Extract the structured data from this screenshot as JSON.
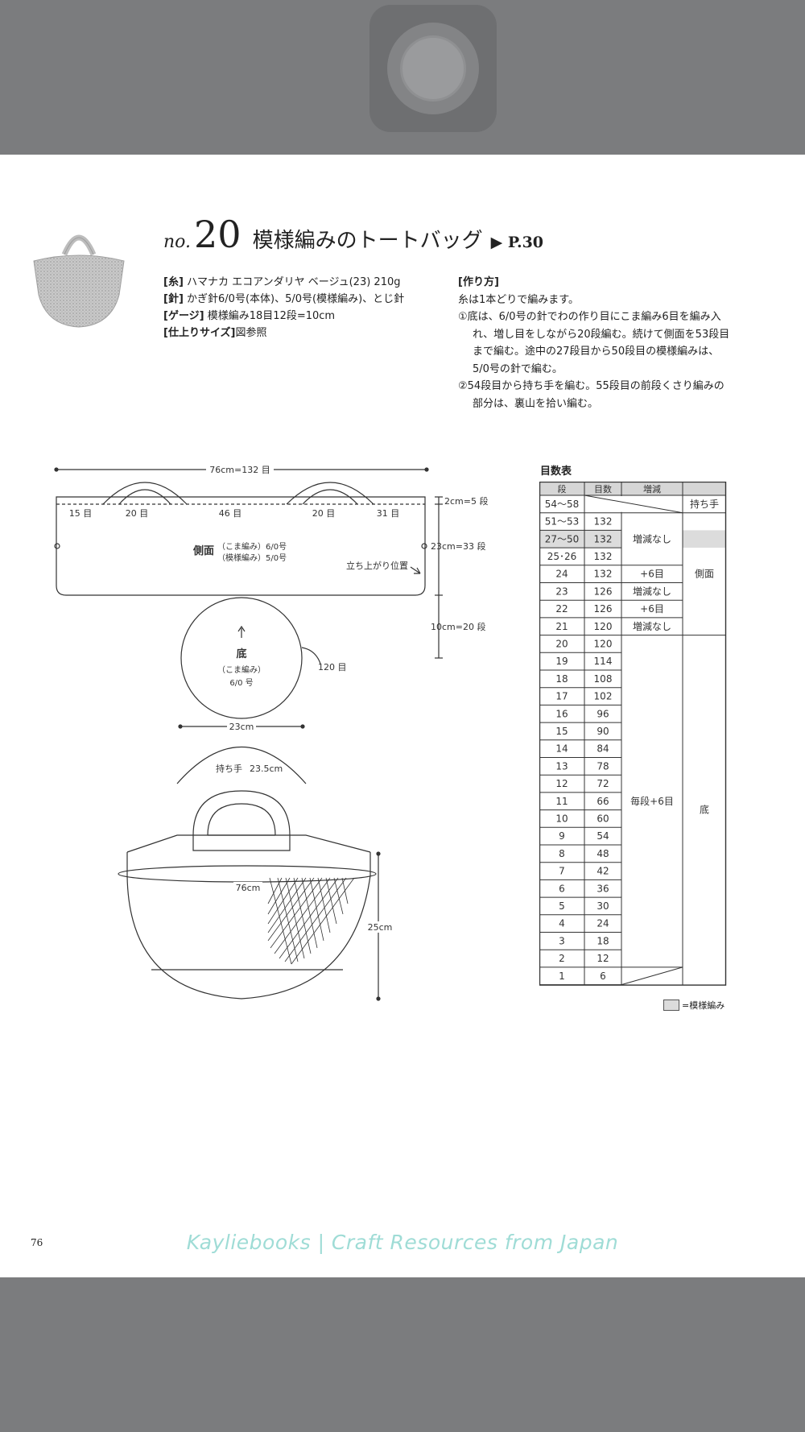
{
  "page": {
    "no_prefix": "no.",
    "number": "20",
    "title": "模様編みのトートバッグ",
    "page_ref": "▶ P.30",
    "spec": {
      "yarn_label": "[糸]",
      "yarn": "ハマナカ エコアンダリヤ ベージュ(23) 210g",
      "needle_label": "[針]",
      "needle": "かぎ針6/0号(本体)、5/0号(模様編み)、とじ針",
      "gauge_label": "[ゲージ]",
      "gauge": "模様編み18目12段=10cm",
      "size_label": "[仕上りサイズ]",
      "size": "図参照"
    },
    "method": {
      "heading": "[作り方]",
      "intro": "糸は1本どりで編みます。",
      "step1": "①底は、6/0号の針でわの作り目にこま編み6目を編み入れ、増し目をしながら20段編む。続けて側面を53段目まで編む。途中の27段目から50段目の模様編みは、5/0号の針で編む。",
      "step2": "②54段目から持ち手を編む。55段目の前段くさり編みの部分は、裏山を拾い編む。"
    },
    "diagram": {
      "width_top": "76cm=132 目",
      "seg_15": "15 目",
      "seg_20a": "20 目",
      "seg_46": "46 目",
      "seg_20b": "20 目",
      "seg_31": "31 目",
      "h_2cm": "2cm=5 段",
      "h_23cm": "23cm=33 段",
      "h_10cm": "10cm=20 段",
      "side_label": "側面",
      "side_stitch1": "（こま編み）6/0号",
      "side_stitch2": "（模様編み）5/0号",
      "start_pos": "立ち上がり位置",
      "bottom_label": "底",
      "bottom_stitch": "（こま編み）",
      "bottom_needle": "6/0 号",
      "bottom_count": "120 目",
      "bottom_width": "23cm",
      "handle_label": "持ち手",
      "handle_len": "23.5cm",
      "bag_width": "76cm",
      "bag_height": "25cm"
    },
    "table": {
      "title": "目数表",
      "headers": [
        "段",
        "目数",
        "増減"
      ],
      "rows": [
        {
          "row": "54〜58",
          "count": ""
        },
        {
          "row": "51〜53",
          "count": "132"
        },
        {
          "row": "27〜50",
          "count": "132"
        },
        {
          "row": "25･26",
          "count": "132"
        },
        {
          "row": "24",
          "count": "132"
        },
        {
          "row": "23",
          "count": "126"
        },
        {
          "row": "22",
          "count": "126"
        },
        {
          "row": "21",
          "count": "120"
        },
        {
          "row": "20",
          "count": "120"
        },
        {
          "row": "19",
          "count": "114"
        },
        {
          "row": "18",
          "count": "108"
        },
        {
          "row": "17",
          "count": "102"
        },
        {
          "row": "16",
          "count": "96"
        },
        {
          "row": "15",
          "count": "90"
        },
        {
          "row": "14",
          "count": "84"
        },
        {
          "row": "13",
          "count": "78"
        },
        {
          "row": "12",
          "count": "72"
        },
        {
          "row": "11",
          "count": "66"
        },
        {
          "row": "10",
          "count": "60"
        },
        {
          "row": "9",
          "count": "54"
        },
        {
          "row": "8",
          "count": "48"
        },
        {
          "row": "7",
          "count": "42"
        },
        {
          "row": "6",
          "count": "36"
        },
        {
          "row": "5",
          "count": "30"
        },
        {
          "row": "4",
          "count": "24"
        },
        {
          "row": "3",
          "count": "18"
        },
        {
          "row": "2",
          "count": "12"
        },
        {
          "row": "1",
          "count": "6"
        }
      ],
      "inc_none": "増減なし",
      "inc_plus6": "+6目",
      "inc_every": "毎段+6目",
      "part_handle": "持ち手",
      "part_side": "側面",
      "part_bottom": "底",
      "legend": "=模様編み"
    },
    "page_number": "76",
    "watermark": "Kayliebooks | Craft Resources from Japan"
  },
  "colors": {
    "frame": "#7b7c7e",
    "pattern_fill": "#dcdcdc",
    "watermark": "#9fdcd6"
  }
}
